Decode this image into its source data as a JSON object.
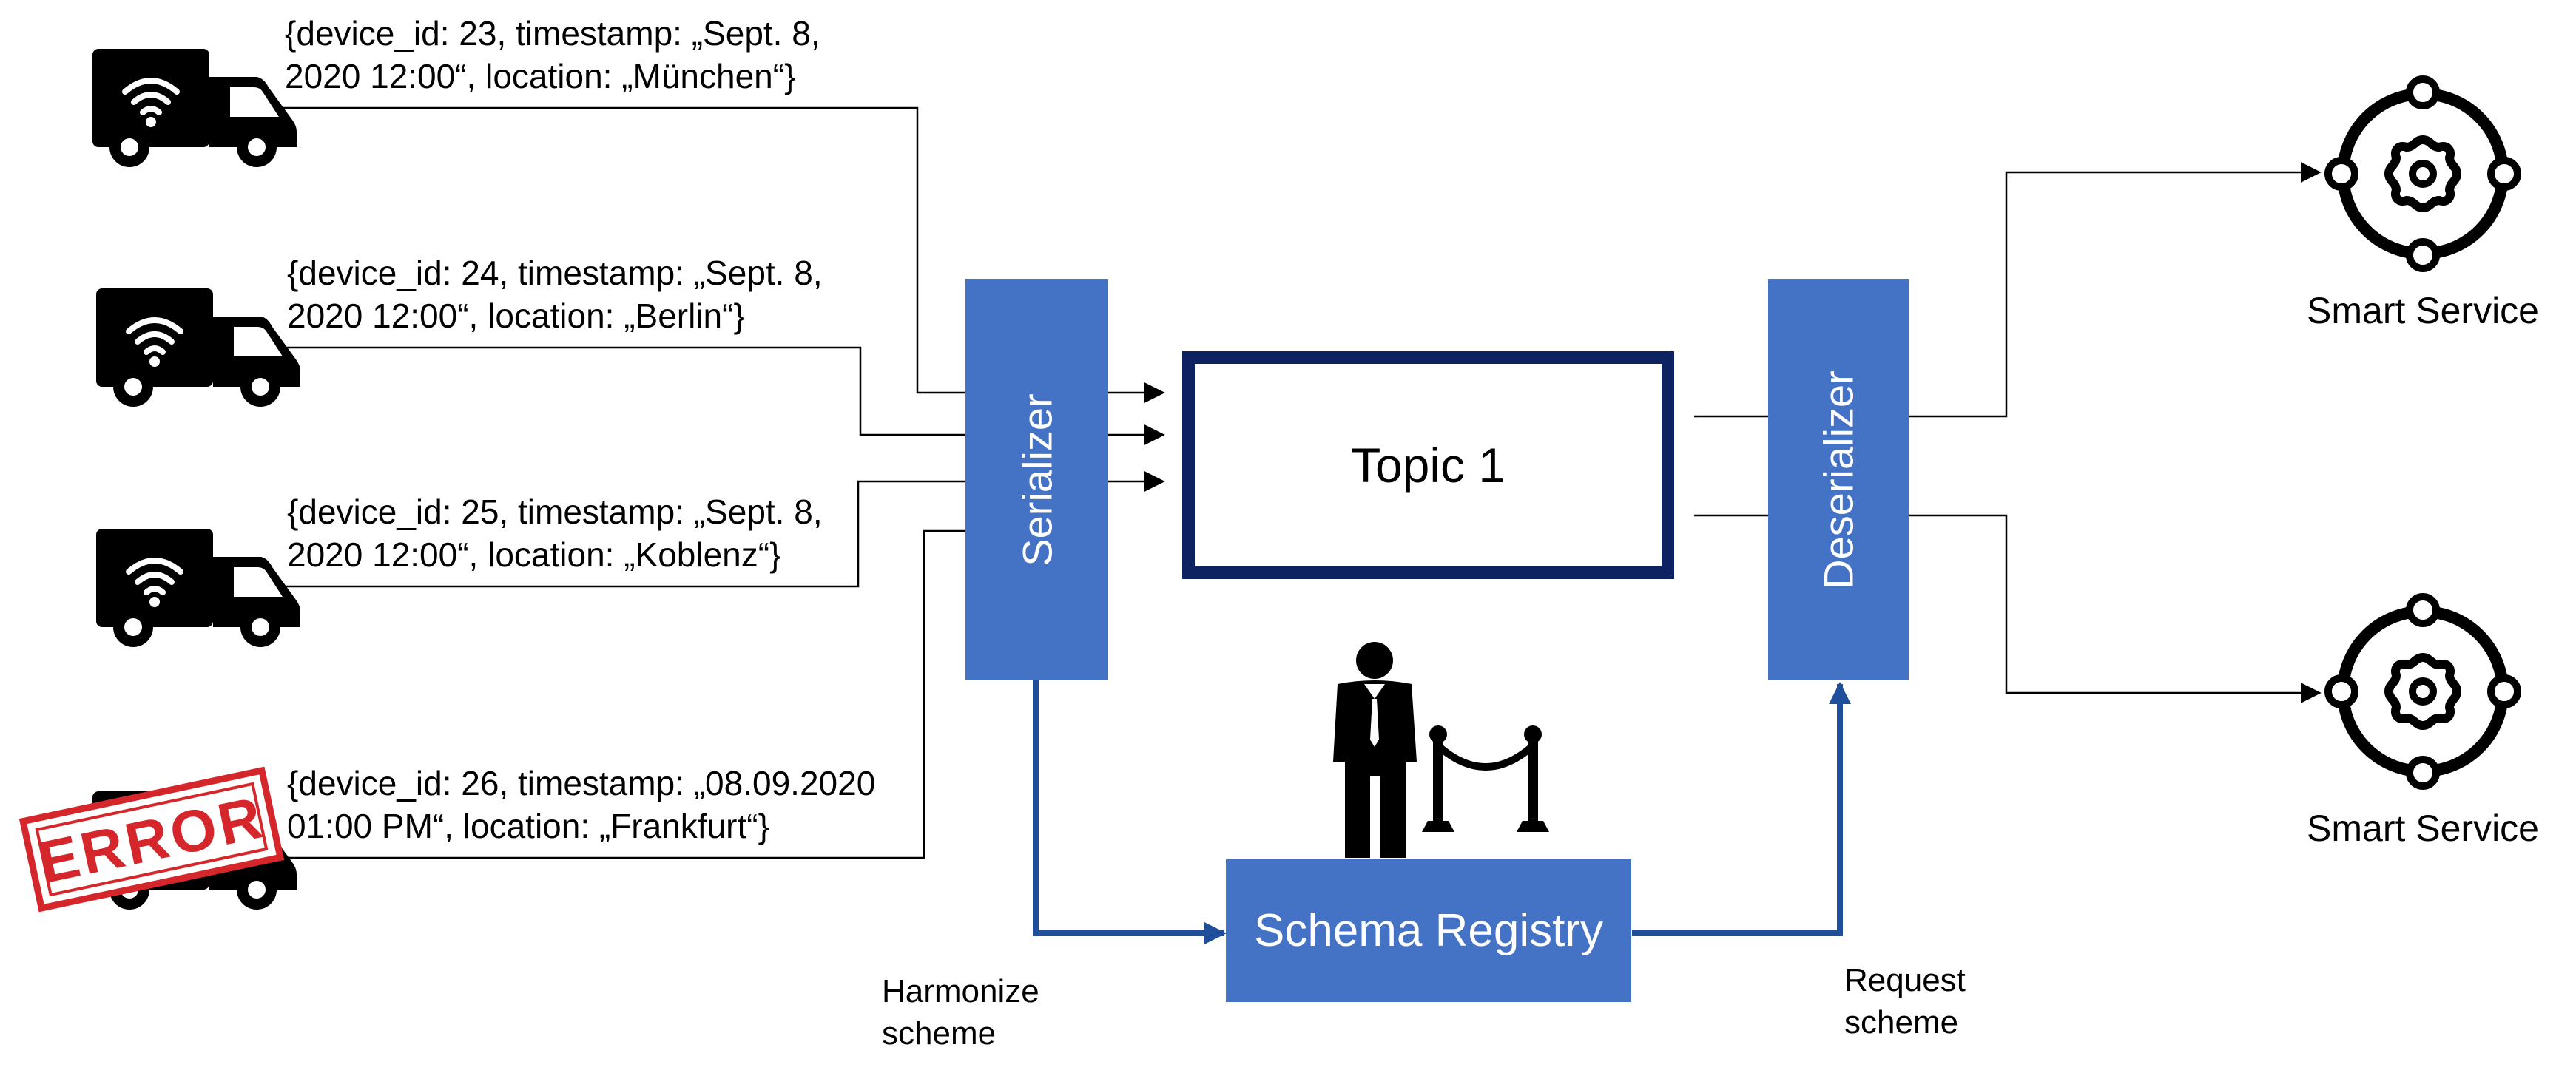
{
  "devices": [
    {
      "line1": "{device_id: 23, timestamp: „Sept. 8,",
      "line2": "2020 12:00“, location: „München“}"
    },
    {
      "line1": "{device_id: 24, timestamp: „Sept. 8,",
      "line2": "2020 12:00“, location: „Berlin“}"
    },
    {
      "line1": "{device_id: 25, timestamp: „Sept. 8,",
      "line2": "2020 12:00“, location: „Koblenz“}"
    },
    {
      "line1": "{device_id: 26, timestamp: „08.09.2020",
      "line2": "01:00 PM“, location: „Frankfurt“}"
    }
  ],
  "error_stamp": "ERROR",
  "serializer_label": "Serializer",
  "topic_label": "Topic 1",
  "deserializer_label": "Deserializer",
  "schema_registry_label": "Schema Registry",
  "harmonize": {
    "line1": "Harmonize",
    "line2": "scheme"
  },
  "request": {
    "line1": "Request",
    "line2": "scheme"
  },
  "services": [
    {
      "label": "Smart Service"
    },
    {
      "label": "Smart Service"
    }
  ],
  "colors": {
    "block_blue": "#4472c4",
    "topic_border": "#0e2160",
    "arrow_blue": "#1f4e9a",
    "error_red": "#d4262b"
  },
  "icons": [
    "truck-icon",
    "error-stamp-icon",
    "doorman-icon",
    "rope-barrier-icon",
    "smart-service-gear-icon"
  ]
}
